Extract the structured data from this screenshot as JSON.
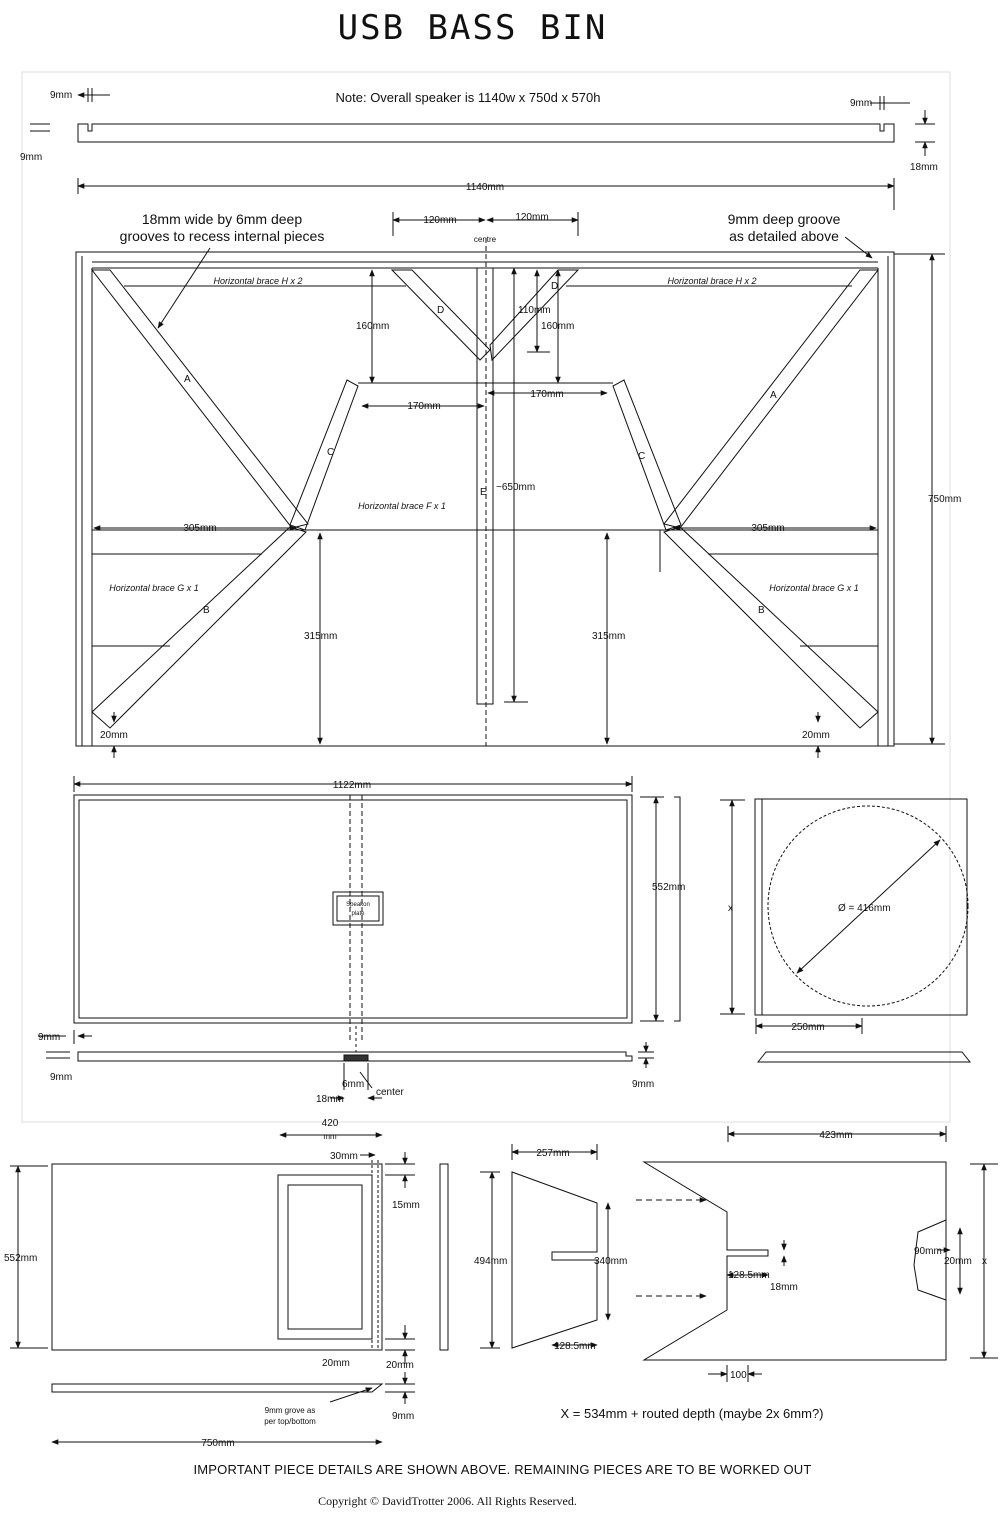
{
  "title": "USB BASS BIN",
  "note": "Note: Overall speaker is 1140w x 750d x 570h",
  "footer": "IMPORTANT PIECE DETAILS ARE SHOWN ABOVE. REMAINING PIECES ARE TO BE WORKED OUT",
  "copyright": "Copyright © DavidTrotter 2006. All Rights Reserved.",
  "top_view": {
    "groove_callout_line1": "18mm wide by 6mm deep",
    "groove_callout_line2": "grooves to recess internal pieces",
    "groove_detail_line1": "9mm deep groove",
    "groove_detail_line2": "as detailed above",
    "dim_9mm": "9mm",
    "dim_18mm": "18mm",
    "dim_1140": "1140mm",
    "dim_120": "120mm",
    "centre": "centre",
    "dim_160": "160mm",
    "dim_110": "110mm",
    "dim_170": "170mm",
    "dim_650": "~650mm",
    "dim_750": "750mm",
    "dim_305": "305mm",
    "dim_315": "315mm",
    "dim_20": "20mm",
    "brace_h": "Horizontal brace H x 2",
    "brace_f": "Horizontal brace F x 1",
    "brace_g": "Horizontal brace G x 1",
    "label_a": "A",
    "label_b": "B",
    "label_c": "C",
    "label_d": "D",
    "label_e": "E"
  },
  "panel_view": {
    "dim_1122": "1122mm",
    "dim_552": "552mm",
    "speakon_line1": "Speakon",
    "speakon_line2": "plate",
    "dim_9": "9mm",
    "dim_6": "6mm",
    "dim_18": "18mm",
    "center": "center",
    "x": "x"
  },
  "circle_view": {
    "x": "x",
    "diameter": "Ø = 416mm",
    "dim_250": "250mm"
  },
  "side_view": {
    "dim_420": "420",
    "dim_420_unit": "mm",
    "dim_30": "30mm",
    "dim_15": "15mm",
    "dim_552": "552mm",
    "dim_20": "20mm",
    "groove_line1": "9mm grove as",
    "groove_line2": "per top/bottom",
    "dim_9": "9mm",
    "dim_750": "750mm"
  },
  "brace_view": {
    "dim_257": "257mm",
    "dim_494": "494mm",
    "dim_340": "340mm",
    "dim_1285": "128.5mm",
    "dim_423": "423mm",
    "dim_18": "18mm",
    "dim_100": "100",
    "dim_90": "90mm",
    "dim_20": "20mm",
    "x": "x",
    "x_note": "X = 534mm + routed depth (maybe 2x 6mm?)"
  }
}
